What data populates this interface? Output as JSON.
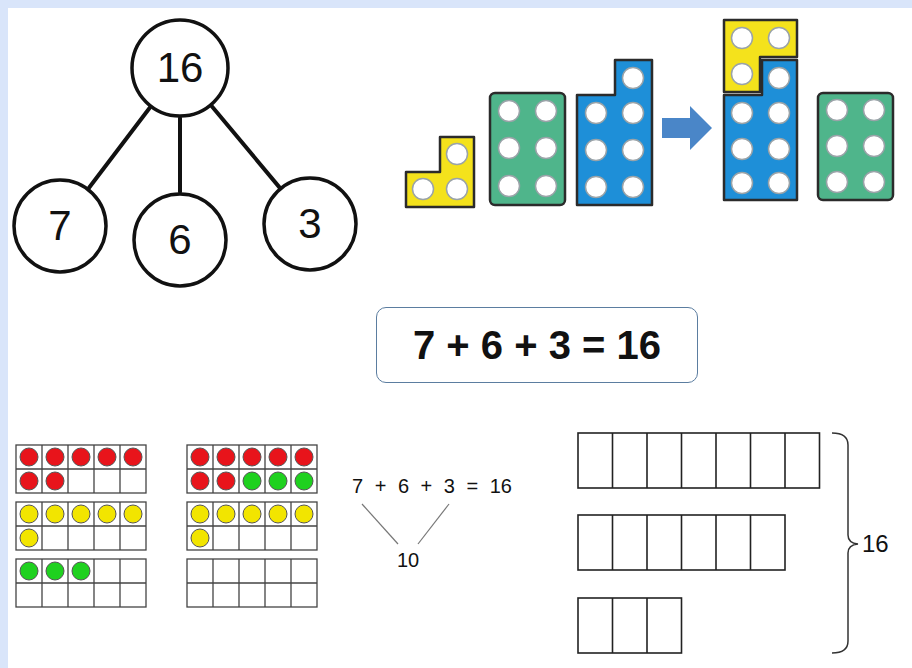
{
  "diagram": {
    "nodes": [
      {
        "text": [
          "16"
        ]
      },
      {
        "text": [
          "7"
        ]
      },
      {
        "text": [
          "6"
        ]
      },
      {
        "text": [
          "3"
        ]
      },
      {
        "text": [
          "7 + 6 + 3 = 16"
        ]
      }
    ],
    "edges": [
      {
        "from": 0,
        "to": 1,
        "arrow": "none"
      },
      {
        "from": 0,
        "to": 2,
        "arrow": "none"
      },
      {
        "from": 0,
        "to": 3,
        "arrow": "none"
      }
    ],
    "labels": [
      "7 + 6 + 3 = 16",
      "10",
      "16"
    ]
  }
}
